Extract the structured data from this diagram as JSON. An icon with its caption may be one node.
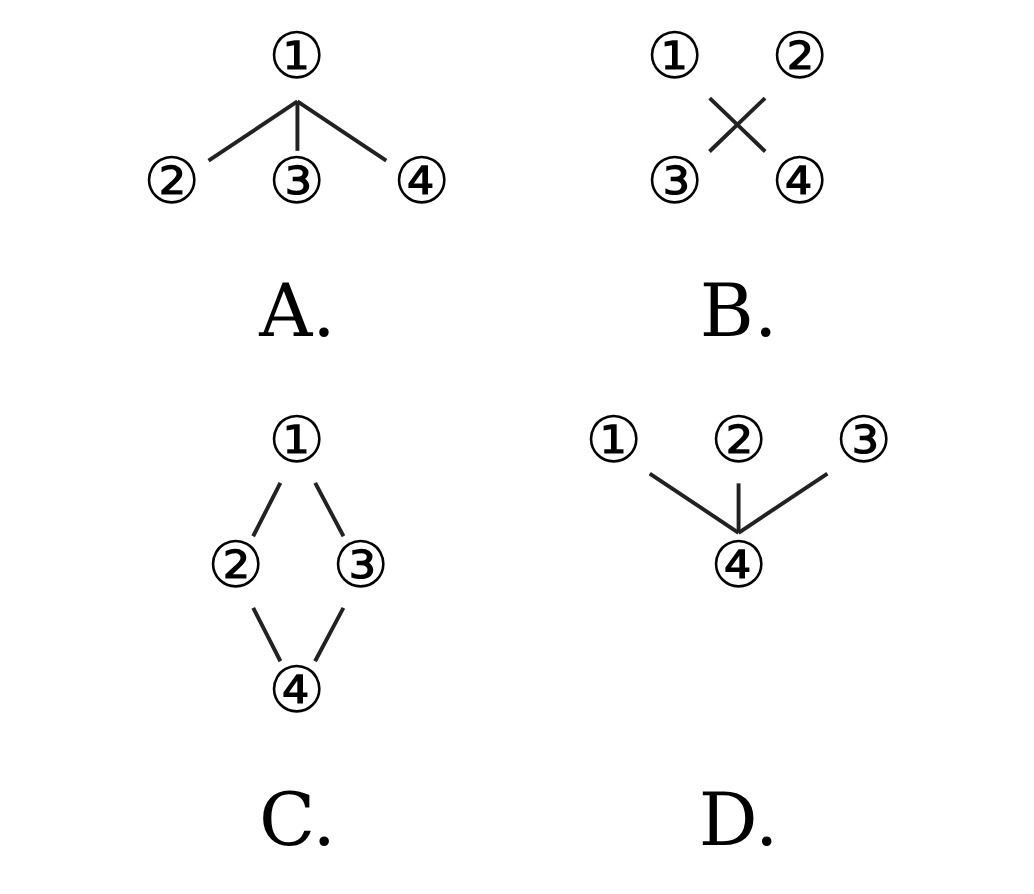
{
  "diagram": {
    "nodes": [
      {
        "text": [
          "①"
        ]
      },
      {
        "text": [
          "②"
        ]
      },
      {
        "text": [
          "③"
        ]
      },
      {
        "text": [
          "④"
        ]
      },
      {
        "text": [
          "①"
        ]
      },
      {
        "text": [
          "②"
        ]
      },
      {
        "text": [
          "③"
        ]
      },
      {
        "text": [
          "④"
        ]
      },
      {
        "text": [
          "①"
        ]
      },
      {
        "text": [
          "②"
        ]
      },
      {
        "text": [
          "③"
        ]
      },
      {
        "text": [
          "④"
        ]
      },
      {
        "text": [
          "①"
        ]
      },
      {
        "text": [
          "②"
        ]
      },
      {
        "text": [
          "③"
        ]
      },
      {
        "text": [
          "④"
        ]
      }
    ],
    "edges": [
      {
        "from": 0,
        "to": 1,
        "arrow": "none"
      },
      {
        "from": 0,
        "to": 2,
        "arrow": "none"
      },
      {
        "from": 0,
        "to": 3,
        "arrow": "none"
      },
      {
        "from": 4,
        "to": 7,
        "arrow": "none"
      },
      {
        "from": 5,
        "to": 6,
        "arrow": "none"
      },
      {
        "from": 8,
        "to": 9,
        "arrow": "none"
      },
      {
        "from": 8,
        "to": 10,
        "arrow": "none"
      },
      {
        "from": 9,
        "to": 11,
        "arrow": "none"
      },
      {
        "from": 10,
        "to": 11,
        "arrow": "none"
      },
      {
        "from": 12,
        "to": 15,
        "arrow": "none"
      },
      {
        "from": 13,
        "to": 15,
        "arrow": "none"
      },
      {
        "from": 14,
        "to": 15,
        "arrow": "none"
      }
    ],
    "labels": [
      "A.",
      "B.",
      "C.",
      "D."
    ]
  }
}
